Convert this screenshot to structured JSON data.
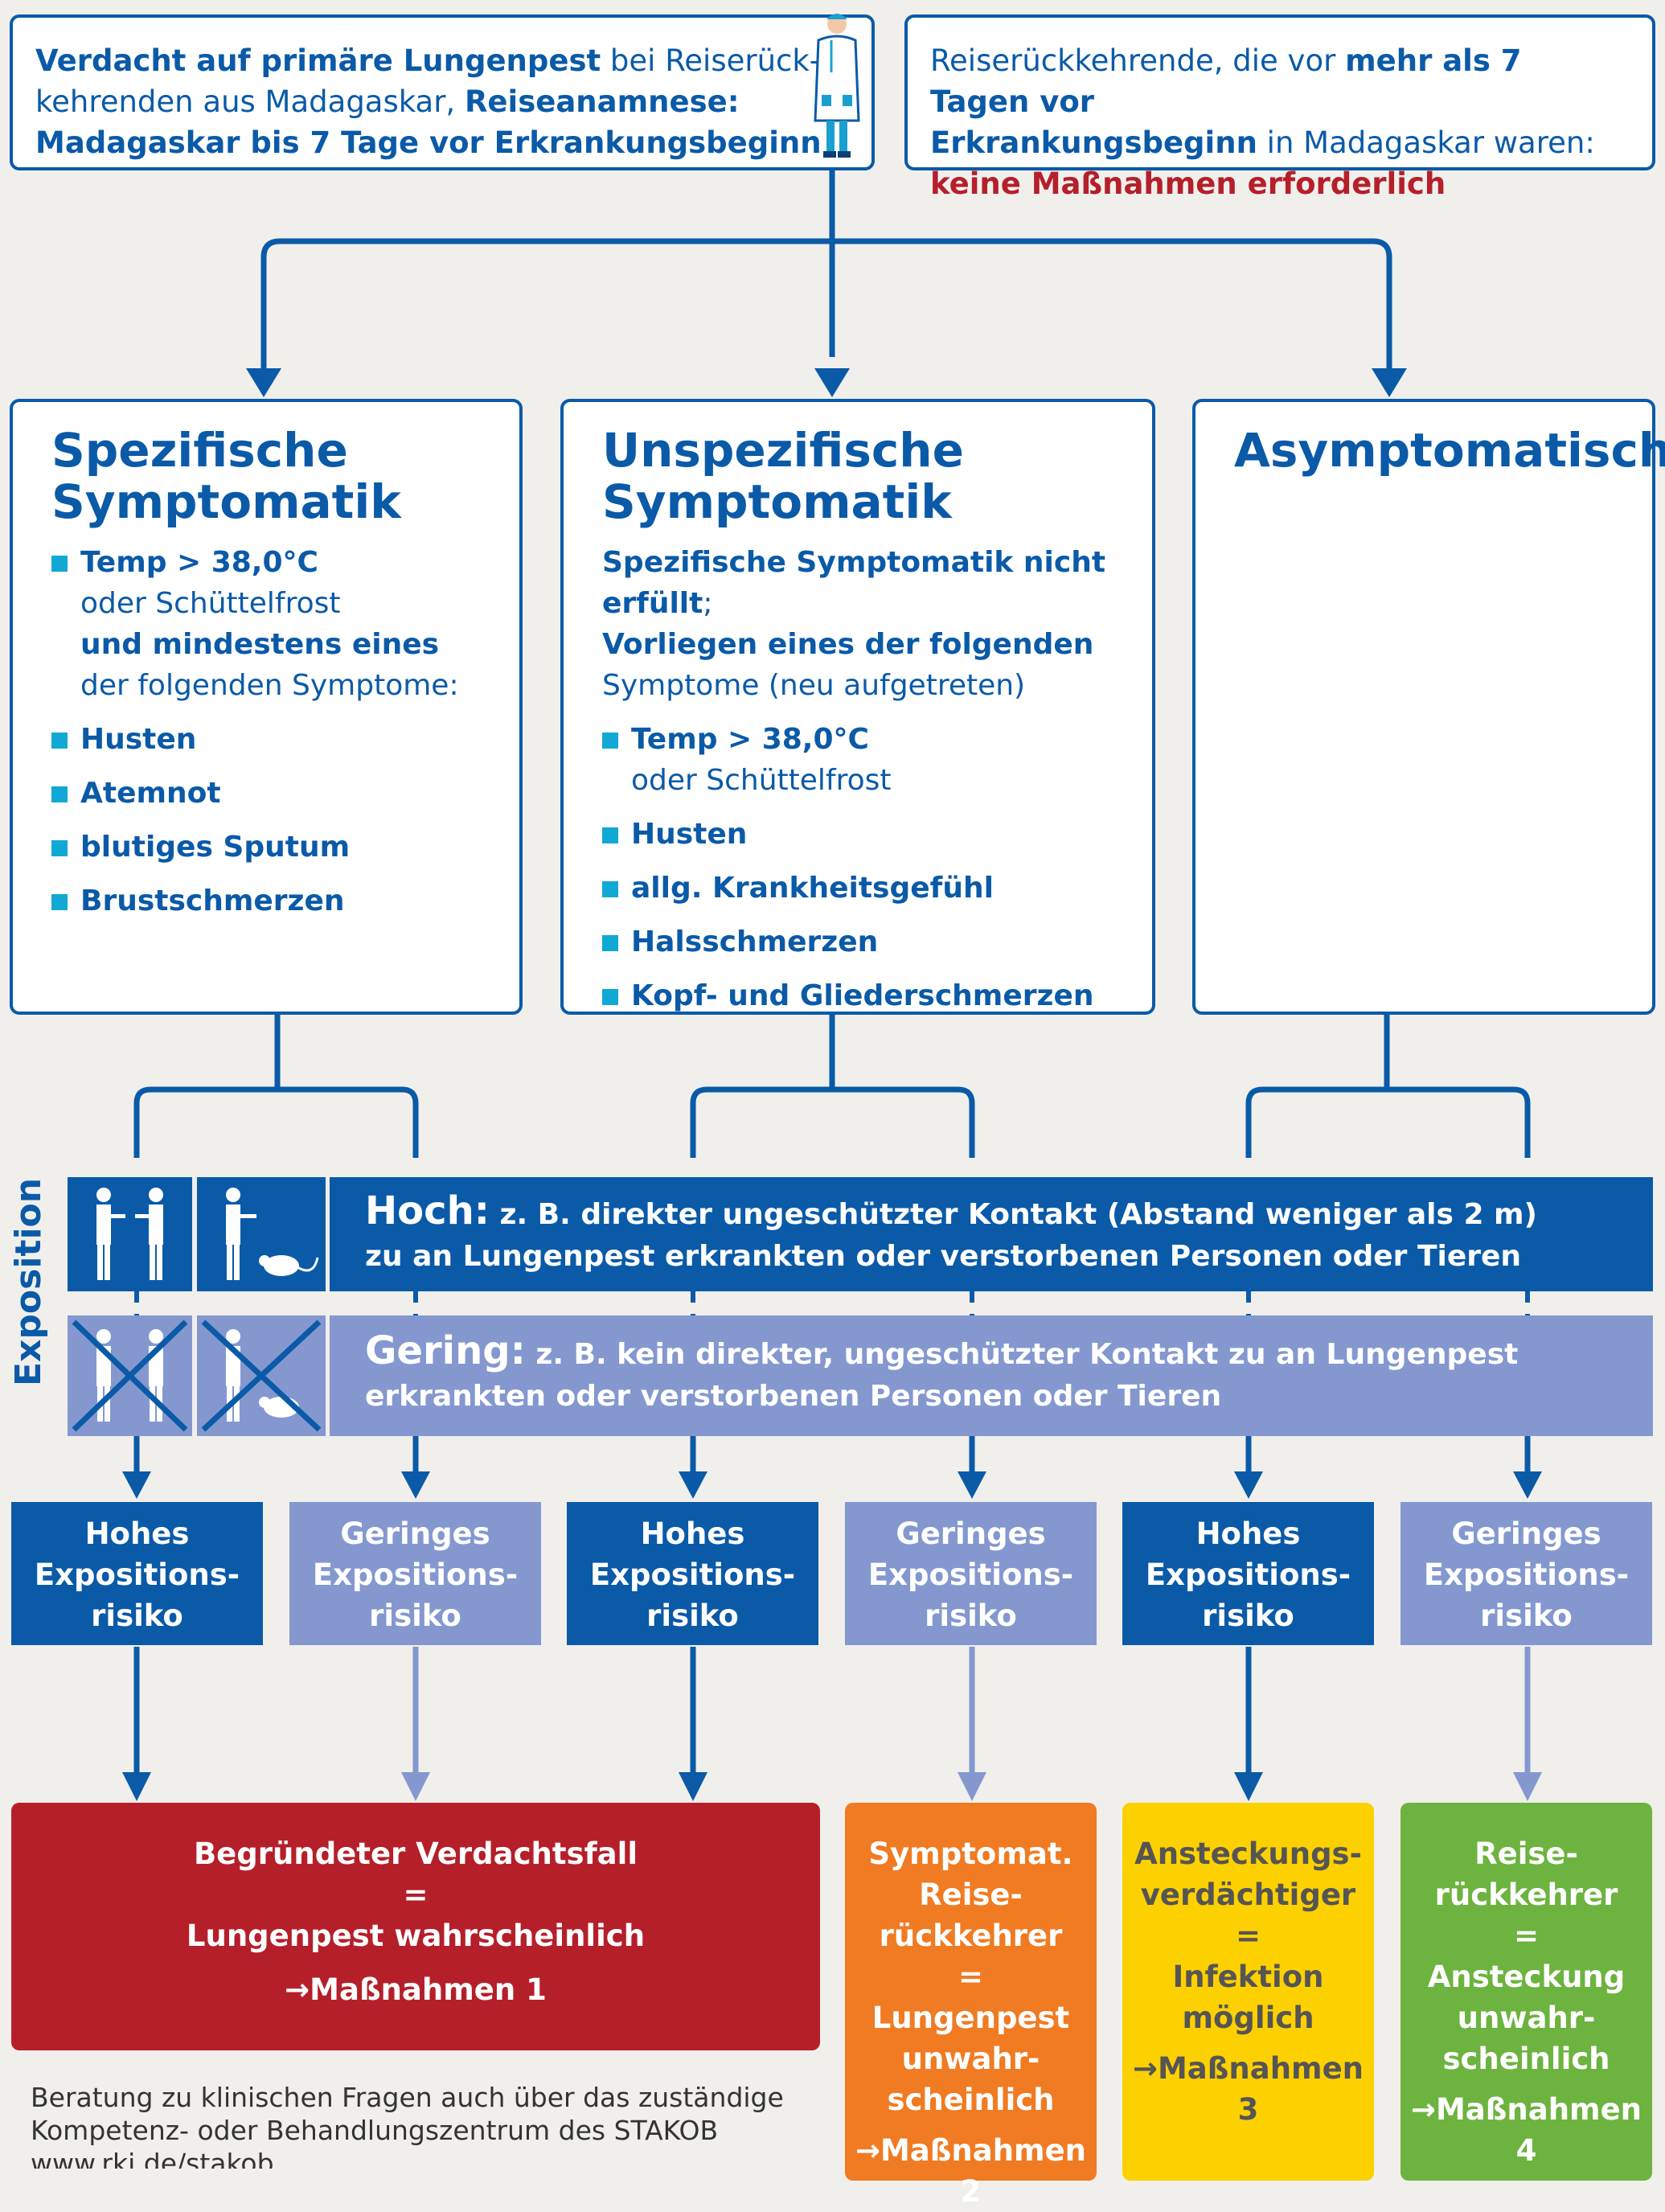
{
  "top_left": {
    "line1_bold": "Verdacht auf primäre Lungenpest",
    "line1_rest": " bei Reiserück-",
    "line2_start": "kehrenden aus Madagaskar, ",
    "line2_bold": "Reiseanamnese:",
    "line3_bold": "Madagaskar bis 7 Tage vor Erkrankungsbeginn"
  },
  "top_right": {
    "line1_start": "Reiserückkehrende, die vor ",
    "line1_bold": "mehr als 7 Tagen vor",
    "line2_bold": "Erkrankungsbeginn",
    "line2_rest": " in Madagaskar waren:",
    "line3_red": "keine Maßnahmen erforderlich"
  },
  "categories": {
    "specific": {
      "title1": "Spezifische",
      "title2": "Symptomatik",
      "b1_bold": "Temp > 38,0°C",
      "b1_rest": "oder Schüttelfrost",
      "b1_bold2": "und mindestens eines",
      "b1_rest2": "der folgenden Symptome:",
      "items": [
        "Husten",
        "Atemnot",
        "blutiges Sputum",
        "Brustschmerzen"
      ]
    },
    "unspecific": {
      "title1": "Unspezifische",
      "title2": "Symptomatik",
      "intro_bold1": "Spezifische Symptomatik nicht erfüllt",
      "intro_semi": ";",
      "intro_bold2": "Vorliegen eines der folgenden",
      "intro_rest": "Symptome (neu aufgetreten)",
      "b1_bold": "Temp > 38,0°C",
      "b1_rest": "oder Schüttelfrost",
      "items": [
        "Husten",
        "allg. Krankheitsgefühl",
        "Halsschmerzen",
        "Kopf- und Gliederschmerzen"
      ]
    },
    "asymptomatic": {
      "title": "Asymptomatisch"
    }
  },
  "exposition": {
    "label": "Exposition",
    "high_word": "Hoch:",
    "high_line1": "z. B. direkter ungeschützter Kontakt (Abstand weniger als 2 m)",
    "high_line2": "zu an Lungenpest erkrankten oder verstorbenen Personen oder Tieren",
    "low_word": "Gering:",
    "low_line1": "z. B. kein direkter, ungeschützter Kontakt zu an Lungenpest",
    "low_line2": "erkrankten oder verstorbenen Personen oder Tieren"
  },
  "risk": {
    "high": [
      "Hohes",
      "Expositions-",
      "risiko"
    ],
    "low": [
      "Geringes",
      "Expositions-",
      "risiko"
    ]
  },
  "outcomes": {
    "o1": {
      "l1": "Begründeter Verdachtsfall",
      "l2": "=",
      "l3": "Lungenpest wahrscheinlich",
      "l4": "Maßnahmen 1",
      "color": "#b51f2a"
    },
    "o2": {
      "l1": "Symptomat.",
      "l2": "Reise-",
      "l3": "rückkehrer",
      "l4": "=",
      "l5": "Lungenpest",
      "l6": "unwahr-",
      "l7": "scheinlich",
      "l8": "Maßnahmen 2",
      "color": "#f07b22"
    },
    "o3": {
      "l1": "Ansteckungs-",
      "l2": "verdächtiger",
      "l3": "=",
      "l4": "Infektion",
      "l5": "möglich",
      "l6": "Maßnahmen 3",
      "color": "#fdd000"
    },
    "o4": {
      "l1": "Reise-",
      "l2": "rückkehrer",
      "l3": "=",
      "l4": "Ansteckung",
      "l5": "unwahr-",
      "l6": "scheinlich",
      "l7": "Maßnahmen 4",
      "color": "#6db33f"
    }
  },
  "footnote": {
    "l1": "Beratung zu klinischen Fragen auch über das zuständige",
    "l2": "Kompetenz- oder Behandlungszentrum des STAKOB",
    "l3": "www.rki.de/stakob"
  }
}
